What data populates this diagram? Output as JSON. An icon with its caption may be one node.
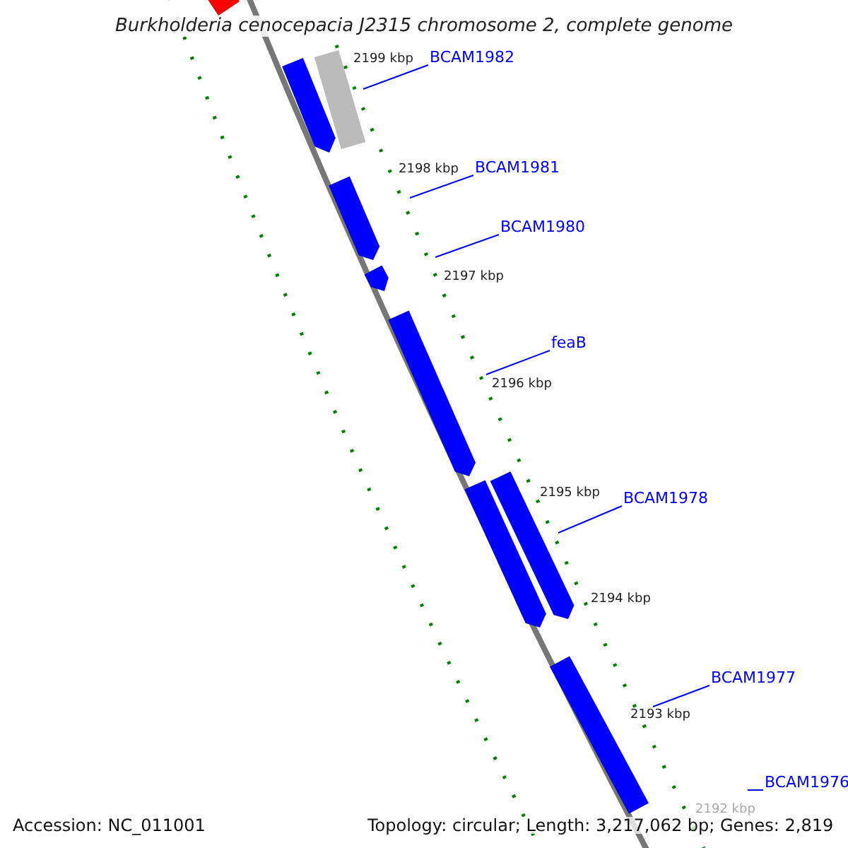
{
  "diagram": {
    "title": "Burkholderia cenocepacia J2315 chromosome 2, complete genome",
    "nodes": [
      {
        "text": [],
        "shape": "bar"
      },
      {
        "text": [],
        "shape": "bar"
      },
      {
        "text": [],
        "shape": "bar"
      },
      {
        "text": [
          "BCAM1982"
        ]
      },
      {
        "text": [],
        "shape": "bar"
      },
      {
        "text": [
          "BCAM1981"
        ]
      },
      {
        "text": [],
        "shape": "bar"
      },
      {
        "text": [
          "BCAM1980"
        ]
      },
      {
        "text": [],
        "shape": "bar"
      },
      {
        "text": [
          "feaB"
        ]
      },
      {
        "text": [],
        "shape": "bar"
      },
      {
        "text": [],
        "shape": "bar"
      },
      {
        "text": [
          "BCAM1978"
        ]
      },
      {
        "text": [],
        "shape": "bar"
      },
      {
        "text": [
          "BCAM1977"
        ]
      },
      {
        "text": [
          "BCAM1976"
        ]
      }
    ],
    "edges": [
      {
        "from": 3,
        "to": 2,
        "arrow": "none"
      },
      {
        "from": 5,
        "to": 4,
        "arrow": "none"
      },
      {
        "from": 7,
        "to": 6,
        "arrow": "none"
      },
      {
        "from": 9,
        "to": 8,
        "arrow": "none"
      },
      {
        "from": 12,
        "to": 10,
        "arrow": "none"
      },
      {
        "from": 14,
        "to": 13,
        "arrow": "none"
      },
      {
        "from": 15,
        "to": null,
        "arrow": "none"
      }
    ],
    "labels": [
      "2199 kbp",
      "2198 kbp",
      "2197 kbp",
      "2196 kbp",
      "2195 kbp",
      "2194 kbp",
      "2193 kbp",
      "2192 kbp",
      "Accession: NC_011001",
      "Topology: circular; Length: 3,217,062 bp; Genes: 2,819"
    ]
  }
}
